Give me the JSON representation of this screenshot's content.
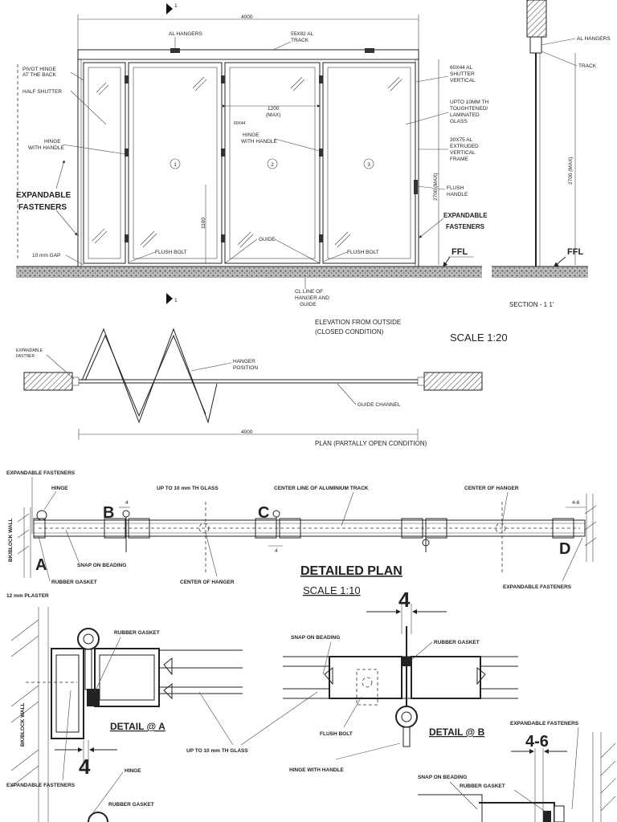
{
  "elevation": {
    "dim_4000": "4000",
    "al_hangers": "AL HANGERS",
    "track": [
      "55X82 AL",
      "TRACK"
    ],
    "pivot_hinge": [
      "PIVOT HINGE",
      "AT THE BACK"
    ],
    "half_shutter": "HALF SHUTTER",
    "hinge_with_handle_left": [
      "HINGE",
      "WITH HANDLE"
    ],
    "expandable_fasteners_left": [
      "EXPANDABLE",
      "FASTENERS"
    ],
    "gap": "10 mm GAP",
    "dim_1200": [
      "1200",
      "(MAX)"
    ],
    "dim_60x44_small": "60X44",
    "hinge_with_handle_mid": [
      "HINGE",
      "WITH HANDLE"
    ],
    "panel_numbers": [
      "1",
      "2",
      "3"
    ],
    "dim_1100": "1100",
    "flush_bolt_left": "FLUSH BOLT",
    "guide": "GUIDE",
    "flush_bolt_right": "FLUSH BOLT",
    "cl_line": [
      "CL LINE OF",
      "HANGER AND",
      "GUIDE"
    ],
    "shutter_vertical": [
      "60X44 AL",
      "SHUTTER",
      "VERTICAL"
    ],
    "glass_note": [
      "UPTO 10MM TH",
      "TOUGHTENED/",
      "LAMINATED",
      "GLASS"
    ],
    "frame_note": [
      "30X75 AL",
      "EXTRUDED",
      "VERTICAL",
      "FRAME"
    ],
    "dim_2700": "2700 (MAX)",
    "flush_handle": [
      "FLUSH",
      "HANDLE"
    ],
    "expandable_fasteners_right": [
      "EXPANDABLE",
      "FASTENERS"
    ],
    "ffl": "FFL",
    "section_mark": "1",
    "title": [
      "ELEVATION FROM OUTSIDE",
      "(CLOSED CONDITION)"
    ],
    "scale": "SCALE  1:20"
  },
  "section": {
    "al_hangers": "AL HANGERS",
    "track": "TRACK",
    "dim_2700": "2700 (MAX)",
    "ffl": "FFL",
    "title": "SECTION - 1 1'"
  },
  "plan": {
    "expandable_fastner": [
      "EXPANDABLE",
      "FASTNER"
    ],
    "hanger_position": [
      "HANGER",
      "POSITION"
    ],
    "guide_channel": "GUIDE CHANNEL",
    "dim_4000": "4000",
    "title": "PLAN (PARTALLY OPEN CONDITION)"
  },
  "detailed_plan": {
    "expandable_fasteners_top": "EXPANDABLE FASTENERS",
    "hinge": "HINGE",
    "glass": "UP TO 10 mm TH GLASS",
    "center_line_track": "CENTER LINE OF ALUMINIUM TRACK",
    "center_of_hanger_top": "CENTER OF HANGER",
    "wall": "BK/BLOCK WALL",
    "mark_b": "B",
    "mark_c": "C",
    "mark_a": "A",
    "mark_d": "D",
    "dim_4_top": "4",
    "dim_4_bottom": "4",
    "dim_4_6": "4-6",
    "snap_on_beading": "SNAP ON BEADING",
    "rubber_gasket": "RUBBER GASKET",
    "center_of_hanger_bottom": "CENTER OF HANGER",
    "expandable_fasteners_right": "EXPANDABLE FASTENERS",
    "plaster": "12 mm PLASTER",
    "title": "DETAILED PLAN",
    "scale": "SCALE  1:10"
  },
  "detail_a": {
    "rubber_gasket": "RUBBER GASKET",
    "wall": "BK/BLOCK WALL",
    "title": "DETAIL @ A",
    "dim_4": "4",
    "expandable_fasteners": "EXPANDABLE FASTENERS",
    "hinge": "HINGE",
    "rubber_gasket_bottom": "RUBBER GASKET",
    "glass": "UP TO 10 mm TH GLASS"
  },
  "detail_b": {
    "dim_4": "4",
    "snap_on_beading": "SNAP ON BEADING",
    "rubber_gasket": "RUBBER GASKET",
    "flush_bolt": "FLUSH BOLT",
    "title": "DETAIL @ B",
    "hinge_with_handle": "HINGE WITH HANDLE"
  },
  "detail_d": {
    "dim_4_6": "4-6",
    "expandable_fasteners": "EXPANDABLE FASTENERS",
    "snap_on_beading": "SNAP ON BEADING",
    "rubber_gasket": "RUBBER GASKET"
  }
}
